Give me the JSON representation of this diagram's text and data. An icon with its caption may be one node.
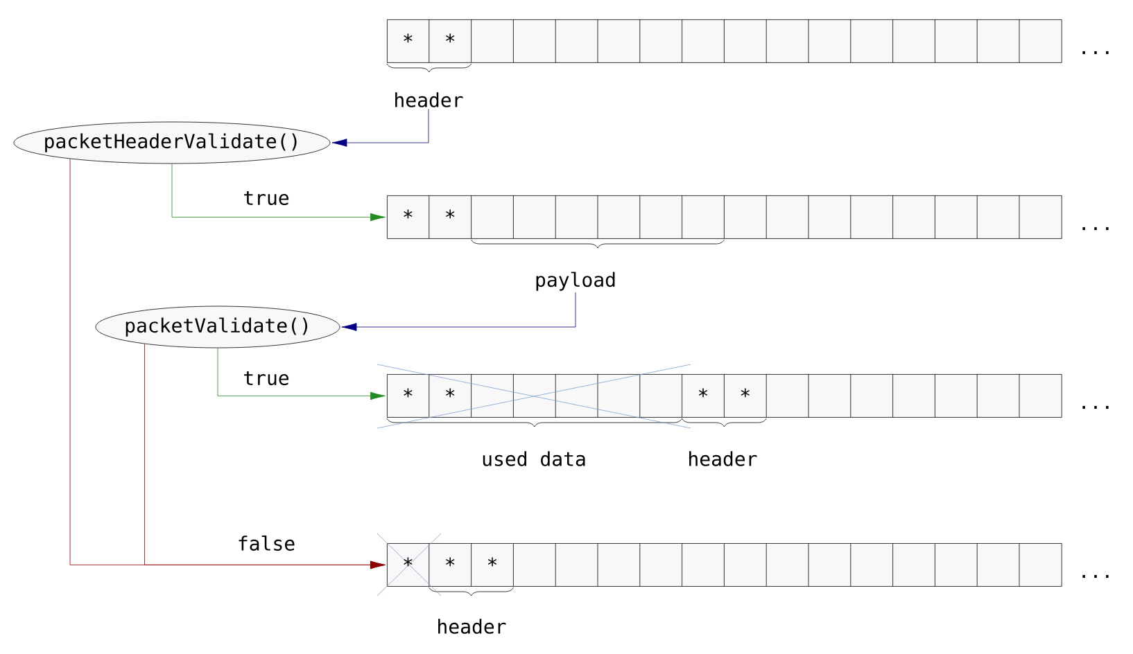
{
  "diagram": {
    "nodes": [
      {
        "text": [],
        "shape": "bar"
      },
      {
        "text": [
          "header"
        ]
      },
      {
        "text": [
          "packetHeaderValidate()"
        ]
      },
      {
        "text": [],
        "shape": "bar"
      },
      {
        "text": [
          "payload"
        ]
      },
      {
        "text": [
          "packetValidate()"
        ]
      },
      {
        "text": [],
        "shape": "bar"
      },
      {
        "text": [],
        "shape": "bar"
      }
    ],
    "edges": [
      {
        "from": 1,
        "to": 2,
        "arrow": "to",
        "color": "#000080"
      },
      {
        "from": 2,
        "to": 3,
        "arrow": "to",
        "label": "true",
        "color": "#228b22"
      },
      {
        "from": 4,
        "to": 5,
        "arrow": "to",
        "color": "#000080"
      },
      {
        "from": 5,
        "to": 6,
        "arrow": "to",
        "label": "true",
        "color": "#228b22"
      },
      {
        "from": 2,
        "to": 7,
        "arrow": "to",
        "label": "false",
        "color": "#8b0000"
      },
      {
        "from": 5,
        "to": 7,
        "arrow": "to",
        "color": "#8b0000"
      }
    ],
    "labels": [
      "*",
      "*",
      "...",
      "*",
      "*",
      "...",
      "*",
      "*",
      "*",
      "*",
      "...",
      "used data",
      "header",
      "*",
      "*",
      "*",
      "...",
      "header"
    ]
  }
}
